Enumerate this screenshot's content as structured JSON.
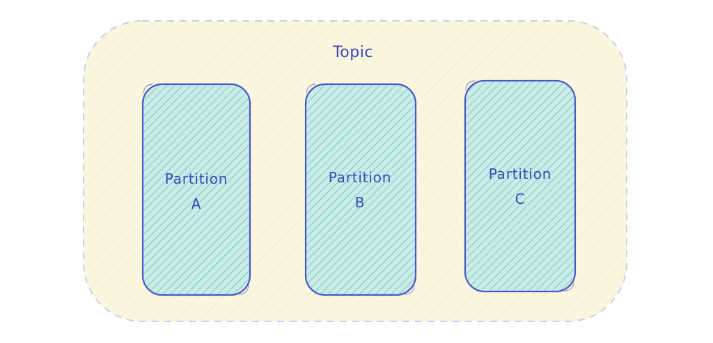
{
  "diagram": {
    "topic": {
      "label": "Topic",
      "fill_color": "#fbf6df",
      "hatch_color": "#f1e3a8",
      "border_color": "#c9cde8"
    },
    "partition_style": {
      "fill_color": "#c9ece8",
      "hatch_color": "#2aa9a1",
      "border_color": "#4b55c6",
      "text_color": "#3b46b8"
    },
    "partitions": [
      {
        "name": "Partition",
        "id": "A"
      },
      {
        "name": "Partition",
        "id": "B"
      },
      {
        "name": "Partition",
        "id": "C"
      }
    ]
  }
}
